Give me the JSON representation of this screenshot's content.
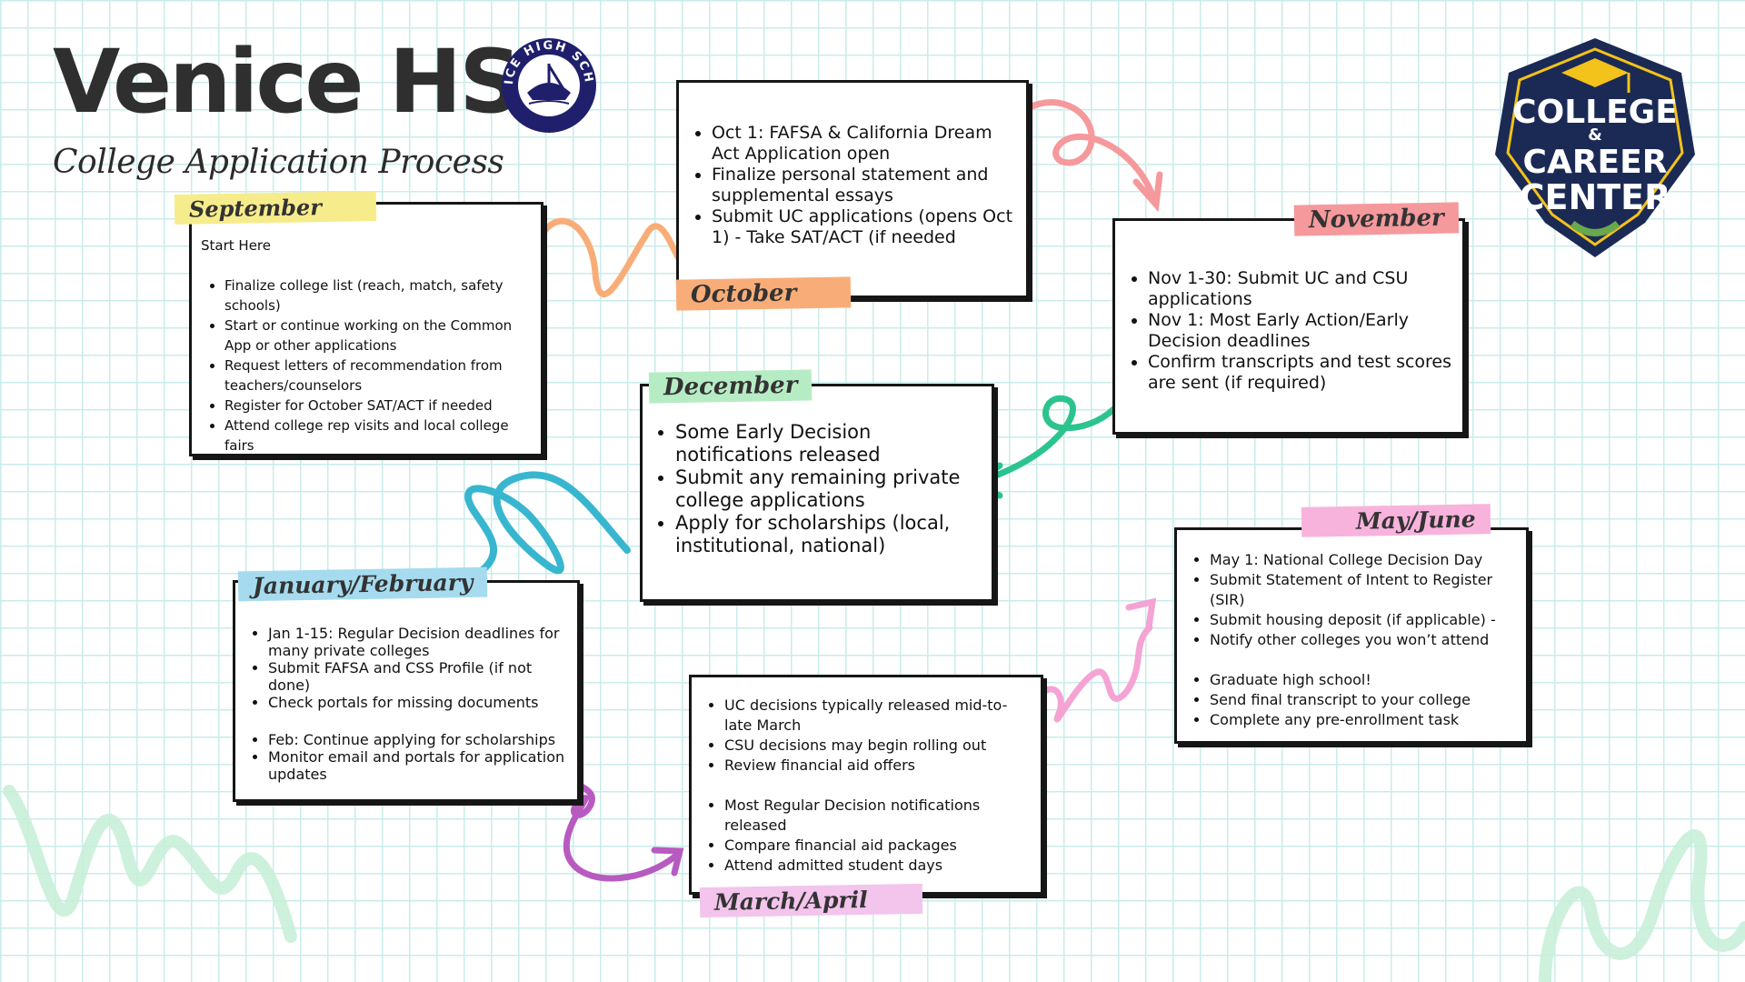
{
  "header": {
    "title": "Venice HS",
    "subtitle": "College Application Process",
    "seal_text": "VENICE HIGH SCHOOL",
    "center_logo": [
      "COLLEGE",
      "&",
      "CAREER",
      "CENTER"
    ]
  },
  "months": {
    "september": {
      "label": "September",
      "intro": "Start Here",
      "items": [
        "Finalize college list (reach, match, safety schools)",
        "Start or continue working on the Common App or other applications",
        "Request letters of recommendation from teachers/counselors",
        "Register for October SAT/ACT if needed",
        "Attend college rep visits and local college fairs"
      ]
    },
    "october": {
      "label": "October",
      "items": [
        "Oct 1: FAFSA & California Dream Act Application open",
        "Finalize personal statement and supplemental essays",
        "Submit UC applications (opens Oct 1) - Take SAT/ACT (if needed"
      ]
    },
    "november": {
      "label": "November",
      "items": [
        "Nov 1-30: Submit UC and CSU applications",
        "Nov 1: Most Early Action/Early Decision deadlines",
        "Confirm transcripts and test scores are sent (if required)"
      ]
    },
    "december": {
      "label": "December",
      "items": [
        "Some Early Decision notifications released",
        "Submit any remaining private college applications",
        "Apply for scholarships (local, institutional, national)"
      ]
    },
    "janfeb": {
      "label": "January/February",
      "items": [
        "Jan 1-15: Regular Decision deadlines for many private colleges",
        "Submit FAFSA and CSS Profile (if not done)",
        "Check portals for missing documents",
        "Feb: Continue applying for scholarships",
        "Monitor email and portals for application updates"
      ]
    },
    "marapr": {
      "label": "March/April",
      "items": [
        "UC decisions typically released mid-to-late March",
        "CSU decisions may begin rolling out",
        "Review financial aid offers",
        "Most Regular Decision notifications released",
        "Compare financial aid packages",
        "Attend admitted student days"
      ]
    },
    "mayjune": {
      "label": "May/June",
      "items": [
        "May 1: National College Decision Day",
        "Submit Statement of Intent to Register (SIR)",
        "Submit housing deposit (if applicable) -",
        "Notify other colleges you won’t attend",
        "Graduate high school!",
        "Send final transcript to your college",
        "Complete any pre-enrollment task"
      ]
    }
  },
  "colors": {
    "september": "#f7ec8c",
    "october": "#f8ad79",
    "november": "#f5999c",
    "december": "#b6ecc4",
    "janfeb": "#a6dbef",
    "marapr": "#f3c4ec",
    "mayjune": "#f8b3dc",
    "seal": "#1f1f6b",
    "ccc_navy": "#1b2a55",
    "ccc_gold": "#f3c21b"
  }
}
